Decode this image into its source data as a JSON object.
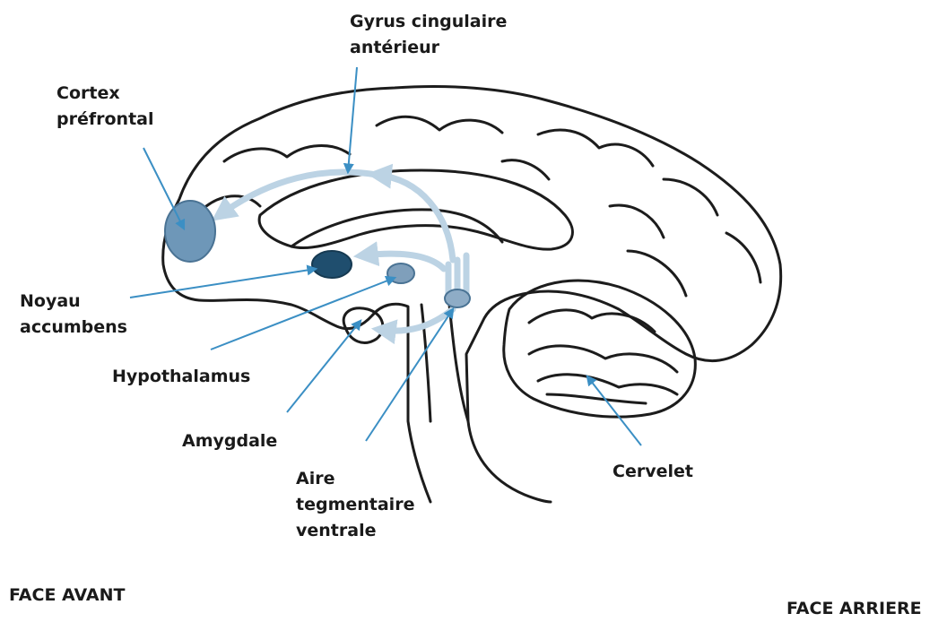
{
  "labels": {
    "gyrus": [
      "Gyrus cingulaire",
      "antérieur"
    ],
    "cortex": [
      "Cortex",
      "préfrontal"
    ],
    "noyau": [
      "Noyau",
      "accumbens"
    ],
    "hypothalamus": [
      "Hypothalamus"
    ],
    "amygdale": [
      "Amygdale"
    ],
    "aire": [
      "Aire",
      "tegmentaire",
      "ventrale"
    ],
    "cervelet": [
      "Cervelet"
    ],
    "face_avant": "FACE AVANT",
    "face_arriere": "FACE ARRIERE"
  },
  "colors": {
    "outline": "#1c1c1c",
    "arrow": "#3b8fc4",
    "pathway": "#bcd3e4",
    "prefrontal_fill": "#6e97b8",
    "accumbens_fill": "#1f4e6e",
    "hypothalamus_fill": "#7f9fbb",
    "vta_fill": "#8eacc6"
  }
}
